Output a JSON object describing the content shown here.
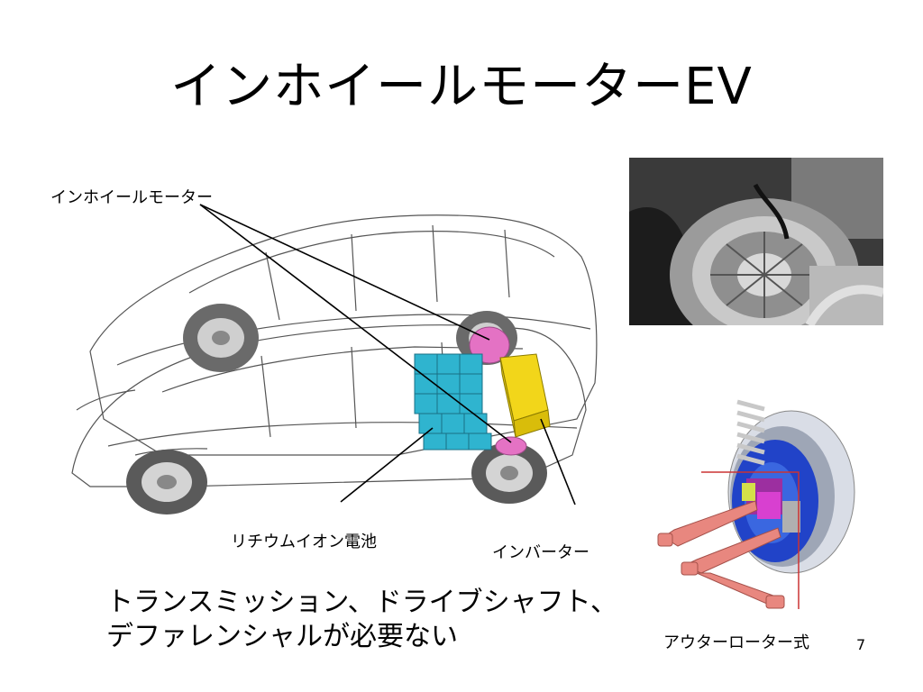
{
  "slide": {
    "title": "インホイールモーターEV",
    "labels": {
      "in_wheel_motor": "インホイールモーター",
      "battery": "リチウムイオン電池",
      "inverter": "インバーター",
      "outer_rotor": "アウターローター式"
    },
    "summary_lines": [
      "トランスミッション、ドライブシャフト、",
      "デファレンシャルが必要ない"
    ],
    "page_number": "7"
  },
  "colors": {
    "battery": "#2fb4cf",
    "inverter": "#f2d61a",
    "motor": "#e472c4",
    "tire": "#5a5a5a",
    "suspension_arm": "#e8877f",
    "spring": "#d0d0d0",
    "rotor_blue": "#2143c8"
  }
}
